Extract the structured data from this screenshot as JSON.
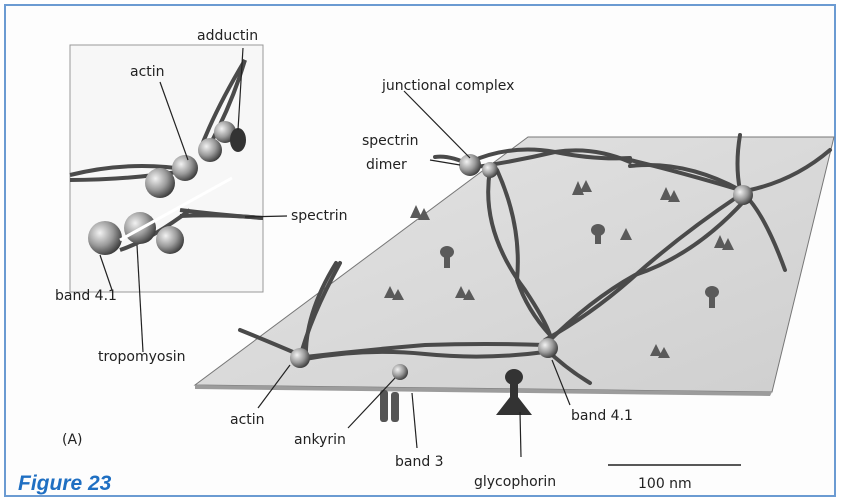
{
  "figure": {
    "caption": "Figure 23",
    "panel_label": "(A)",
    "scale_bar_label": "100 nm"
  },
  "labels": {
    "adductin": "adductin",
    "actin_inset": "actin",
    "spectrin": "spectrin",
    "band41_inset": "band 4.1",
    "tropomyosin": "tropomyosin",
    "junctional_complex": "junctional complex",
    "spectrin_dimer_line1": "spectrin",
    "spectrin_dimer_line2": "dimer",
    "actin": "actin",
    "ankyrin": "ankyrin",
    "band3": "band 3",
    "glycophorin": "glycophorin",
    "band41": "band 4.1"
  }
}
